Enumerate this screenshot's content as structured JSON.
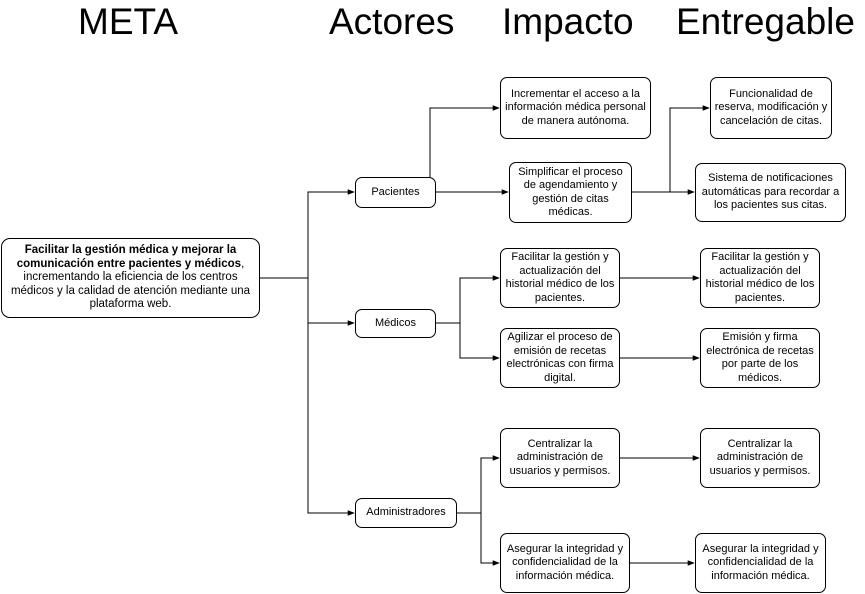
{
  "headers": {
    "meta": "META",
    "actores": "Actores",
    "impacto": "Impacto",
    "entregable": "Entregable"
  },
  "goal": {
    "bold": "Facilitar la gestión médica y mejorar la comunicación entre pacientes y médicos",
    "rest": ", incrementando la eficiencia de los centros médicos y la calidad de atención mediante una plataforma web."
  },
  "actors": {
    "pacientes": "Pacientes",
    "medicos": "Médicos",
    "administradores": "Administradores"
  },
  "impacts": {
    "p1": "Incrementar el acceso a la información médica personal de manera autónoma.",
    "p2": "Simplificar el proceso de agendamiento y gestión de citas médicas.",
    "m1": "Facilitar la gestión y actualización del historial médico de los pacientes.",
    "m2": "Agilizar el proceso de emisión de recetas electrónicas con firma digital.",
    "a1": "Centralizar la administración de usuarios y permisos.",
    "a2": "Asegurar la integridad y confidencialidad de la información médica."
  },
  "deliverables": {
    "d1": "Funcionalidad de reserva, modificación y cancelación de citas.",
    "d2": "Sistema de notificaciones automáticas para recordar a los pacientes sus citas.",
    "d3": "Facilitar la gestión y actualización del historial médico de los pacientes.",
    "d4": "Emisión y firma electrónica de recetas por parte de los médicos.",
    "d5": "Centralizar la administración de usuarios y permisos.",
    "d6": "Asegurar la integridad y confidencialidad de la información médica."
  }
}
